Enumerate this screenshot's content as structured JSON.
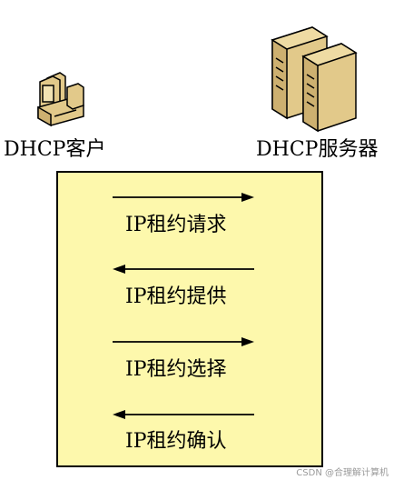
{
  "client": {
    "label": "DHCP客户",
    "icon": "desktop-computer-icon"
  },
  "server": {
    "label": "DHCP服务器",
    "icon": "server-tower-icon"
  },
  "messages": [
    {
      "text": "IP租约请求",
      "direction": "right"
    },
    {
      "text": "IP租约提供",
      "direction": "left"
    },
    {
      "text": "IP租约选择",
      "direction": "right"
    },
    {
      "text": "IP租约确认",
      "direction": "left"
    }
  ],
  "colors": {
    "panel_fill": "#fdf8ac",
    "device_fill": "#e2c98a",
    "outline": "#000000"
  },
  "watermark": "CSDN @合理解计算机"
}
